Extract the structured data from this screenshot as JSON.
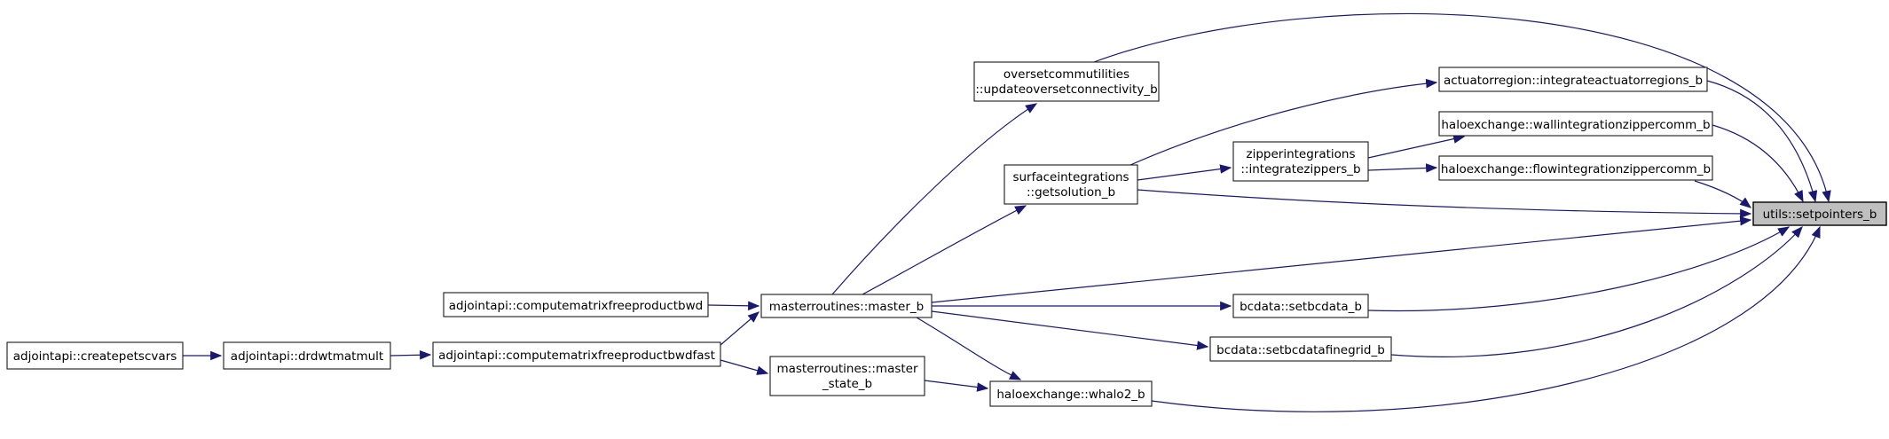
{
  "diagram": {
    "kind": "doxygen-caller-graph",
    "highlighted_node": "setpointers_b",
    "colors": {
      "edge": "#191970",
      "node_fill": "#ffffff",
      "node_border": "#1a1a1a",
      "highlight_fill": "#bfbfbf",
      "background": "#ffffff"
    },
    "nodes": {
      "createpetscvars": {
        "label": "adjointapi::createpetscvars"
      },
      "drdwtmatmult": {
        "label": "adjointapi::drdwtmatmult"
      },
      "computematrixfreeproductbwd": {
        "label": "adjointapi::computematrixfreeproductbwd"
      },
      "computematrixfreeproductbwdfast": {
        "label": "adjointapi::computematrixfreeproductbwdfast"
      },
      "master_b": {
        "label": "masterroutines::master_b"
      },
      "master_state_b": {
        "line1": "masterroutines::master",
        "line2": "_state_b"
      },
      "whalo2_b": {
        "label": "haloexchange::whalo2_b"
      },
      "updateoversetconnectivity_b": {
        "line1": "oversetcommutilities",
        "line2": "::updateoversetconnectivity_b"
      },
      "getsolution_b": {
        "line1": "surfaceintegrations",
        "line2": "::getsolution_b"
      },
      "integratezippers_b": {
        "line1": "zipperintegrations",
        "line2": "::integratezippers_b"
      },
      "integrateactuatorregions_b": {
        "label": "actuatorregion::integrateactuatorregions_b"
      },
      "wallintegrationzippercomm_b": {
        "label": "haloexchange::wallintegrationzippercomm_b"
      },
      "flowintegrationzippercomm_b": {
        "label": "haloexchange::flowintegrationzippercomm_b"
      },
      "setbcdata_b": {
        "label": "bcdata::setbcdata_b"
      },
      "setbcdatafinegrid_b": {
        "label": "bcdata::setbcdatafinegrid_b"
      },
      "setpointers_b": {
        "label": "utils::setpointers_b"
      }
    },
    "edges": [
      {
        "from": "createpetscvars",
        "to": "drdwtmatmult"
      },
      {
        "from": "drdwtmatmult",
        "to": "computematrixfreeproductbwdfast"
      },
      {
        "from": "computematrixfreeproductbwd",
        "to": "master_b"
      },
      {
        "from": "computematrixfreeproductbwdfast",
        "to": "master_b"
      },
      {
        "from": "computematrixfreeproductbwdfast",
        "to": "master_state_b"
      },
      {
        "from": "master_b",
        "to": "updateoversetconnectivity_b"
      },
      {
        "from": "master_b",
        "to": "getsolution_b"
      },
      {
        "from": "master_b",
        "to": "setbcdata_b"
      },
      {
        "from": "master_b",
        "to": "setbcdatafinegrid_b"
      },
      {
        "from": "master_b",
        "to": "whalo2_b"
      },
      {
        "from": "master_b",
        "to": "setpointers_b"
      },
      {
        "from": "master_state_b",
        "to": "whalo2_b"
      },
      {
        "from": "getsolution_b",
        "to": "integrateactuatorregions_b"
      },
      {
        "from": "getsolution_b",
        "to": "integratezippers_b"
      },
      {
        "from": "getsolution_b",
        "to": "setpointers_b"
      },
      {
        "from": "integratezippers_b",
        "to": "wallintegrationzippercomm_b"
      },
      {
        "from": "integratezippers_b",
        "to": "flowintegrationzippercomm_b"
      },
      {
        "from": "updateoversetconnectivity_b",
        "to": "setpointers_b"
      },
      {
        "from": "integrateactuatorregions_b",
        "to": "setpointers_b"
      },
      {
        "from": "wallintegrationzippercomm_b",
        "to": "setpointers_b"
      },
      {
        "from": "flowintegrationzippercomm_b",
        "to": "setpointers_b"
      },
      {
        "from": "setbcdata_b",
        "to": "setpointers_b"
      },
      {
        "from": "setbcdatafinegrid_b",
        "to": "setpointers_b"
      },
      {
        "from": "whalo2_b",
        "to": "setpointers_b"
      }
    ]
  }
}
